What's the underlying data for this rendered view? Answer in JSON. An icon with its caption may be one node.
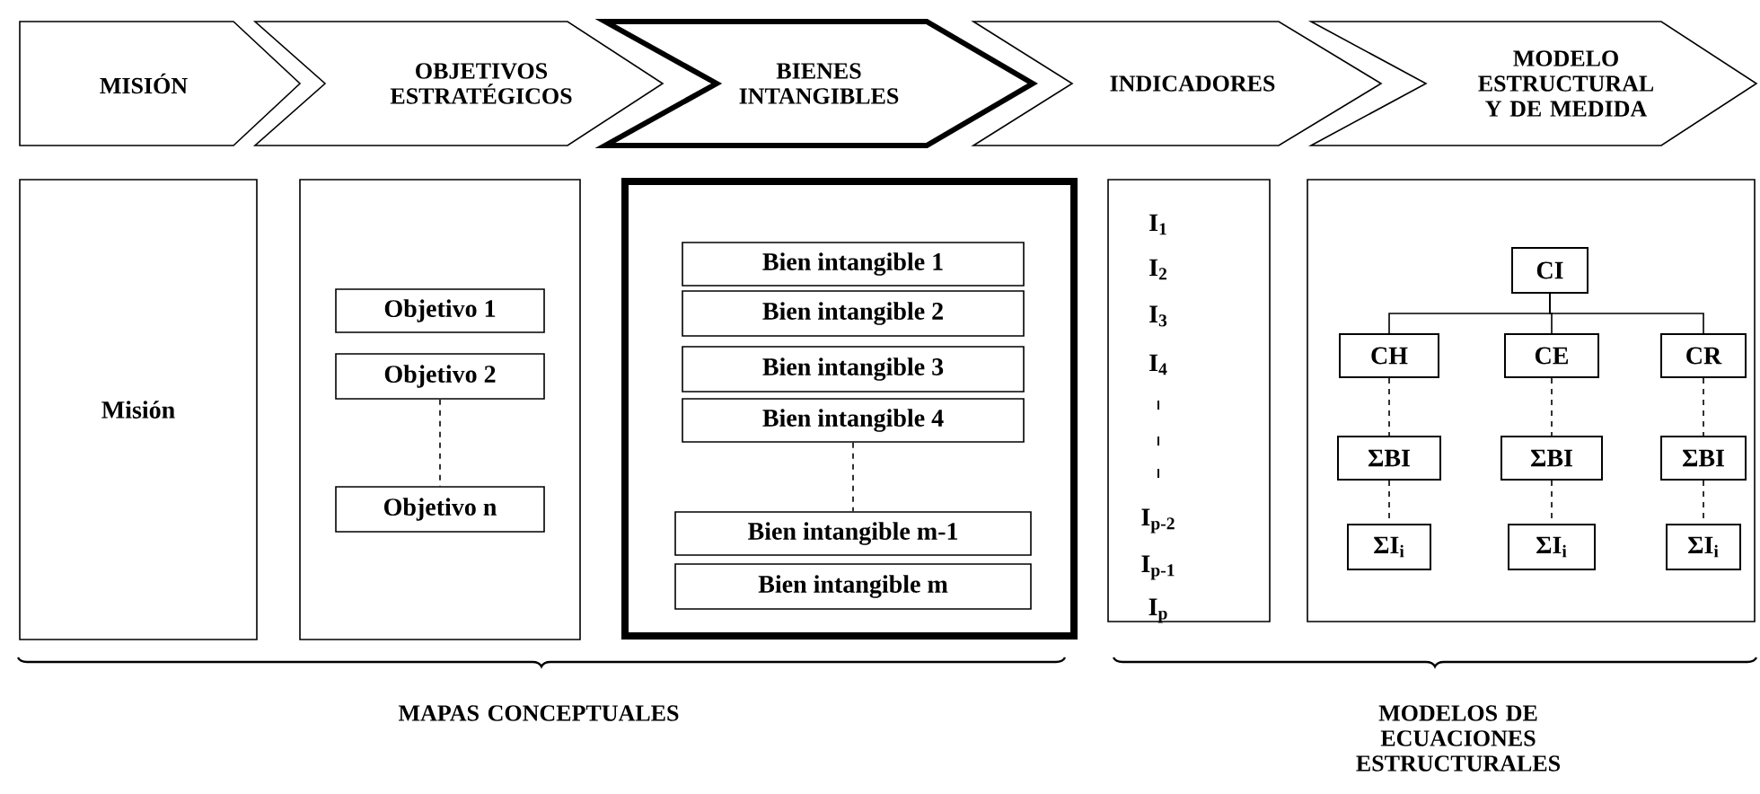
{
  "diagram": {
    "nodes": [
      {
        "text": [
          "MISIÓN"
        ]
      },
      {
        "text": [
          "OBJETIVOS ESTRATÉGICOS"
        ]
      },
      {
        "text": [
          "BIENES INTANGIBLES"
        ]
      },
      {
        "text": [
          "INDICADORES"
        ]
      },
      {
        "text": [
          "MODELO ESTRUCTURAL Y DE MEDIDA"
        ]
      },
      {
        "text": [
          "Misión"
        ]
      },
      {
        "text": [],
        "shape": "box"
      },
      {
        "text": [
          "Objetivo 1"
        ],
        "in": 6
      },
      {
        "text": [
          "Objetivo 2"
        ],
        "in": 6
      },
      {
        "text": [
          "Objetivo n"
        ],
        "in": 6
      },
      {
        "text": [],
        "shape": "box"
      },
      {
        "text": [
          "Bien intangible 1"
        ],
        "in": 10
      },
      {
        "text": [
          "Bien intangible 2"
        ],
        "in": 10
      },
      {
        "text": [
          "Bien intangible 3"
        ],
        "in": 10
      },
      {
        "text": [
          "Bien intangible 4"
        ],
        "in": 10
      },
      {
        "text": [
          "Bien intangible m-1"
        ],
        "in": 10
      },
      {
        "text": [
          "Bien intangible m"
        ],
        "in": 10
      },
      {
        "text": [
          "I$_{1}$",
          "I$_{2}$",
          "I$_{3}$",
          "I$_{4}$",
          "I$_{p-2}$",
          "I$_{p-1}$",
          "I$_{p}$"
        ]
      },
      {
        "text": [],
        "shape": "box"
      },
      {
        "text": [
          "CI"
        ],
        "in": 18
      },
      {
        "text": [
          "CH"
        ],
        "in": 18
      },
      {
        "text": [
          "CE"
        ],
        "in": 18
      },
      {
        "text": [
          "CR"
        ],
        "in": 18
      },
      {
        "text": [
          "ΣBI"
        ],
        "in": 18
      },
      {
        "text": [
          "ΣBI"
        ],
        "in": 18
      },
      {
        "text": [
          "ΣBI"
        ],
        "in": 18
      },
      {
        "text": [
          "ΣI$_{i}$"
        ],
        "in": 18
      },
      {
        "text": [
          "ΣI$_{i}$"
        ],
        "in": 18
      },
      {
        "text": [
          "ΣI$_{i}$"
        ],
        "in": 18
      }
    ],
    "edges": [
      {
        "from": 8,
        "to": 9,
        "arrow": "none",
        "style": "dashed"
      },
      {
        "from": 14,
        "to": 15,
        "arrow": "none",
        "style": "dashed"
      },
      {
        "from": 19,
        "to": 20,
        "arrow": "none"
      },
      {
        "from": 19,
        "to": 21,
        "arrow": "none"
      },
      {
        "from": 19,
        "to": 22,
        "arrow": "none"
      },
      {
        "from": 20,
        "to": 23,
        "arrow": "none",
        "style": "dashed"
      },
      {
        "from": 21,
        "to": 24,
        "arrow": "none",
        "style": "dashed"
      },
      {
        "from": 22,
        "to": 25,
        "arrow": "none",
        "style": "dashed"
      },
      {
        "from": 23,
        "to": 26,
        "arrow": "none",
        "style": "dashed"
      },
      {
        "from": 24,
        "to": 27,
        "arrow": "none",
        "style": "dashed"
      },
      {
        "from": 25,
        "to": 28,
        "arrow": "none",
        "style": "dashed"
      }
    ],
    "labels": [
      "MAPAS CONCEPTUALES",
      "MODELOS DE ECUACIONES ESTRUCTURALES"
    ]
  }
}
